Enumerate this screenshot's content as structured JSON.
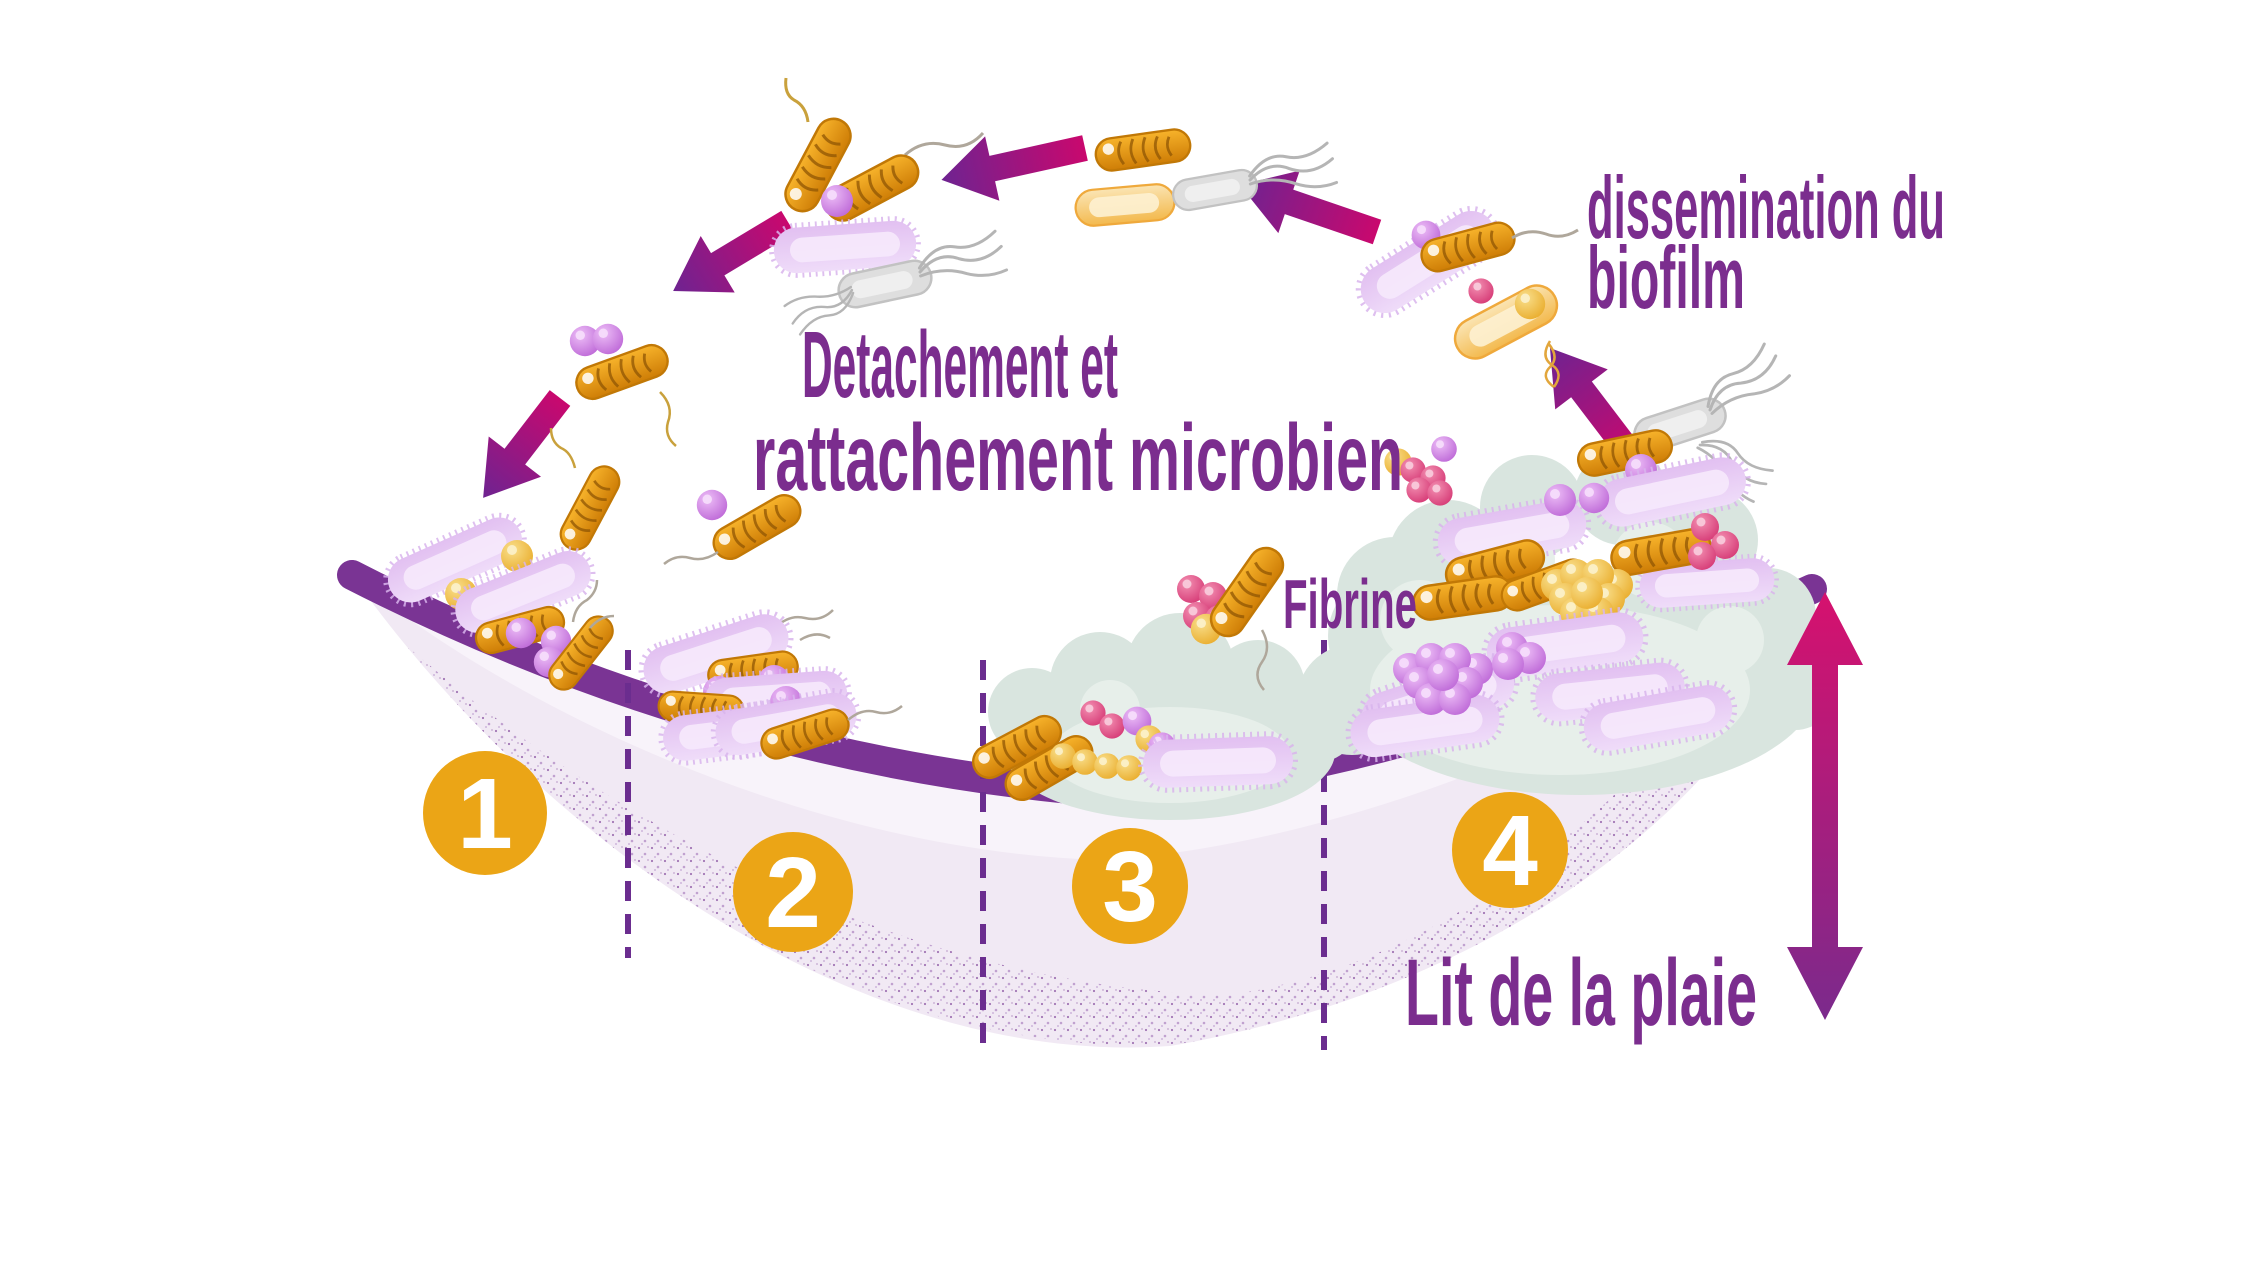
{
  "title": {
    "line1": "dissemination du",
    "line2": "biofilm"
  },
  "center_label": {
    "line1": "Detachement et",
    "line2": "rattachement microbien"
  },
  "fibrine_label": "Fibrine",
  "wound_bed_label": "Lit de la plaie",
  "stages": [
    {
      "number": "1"
    },
    {
      "number": "2"
    },
    {
      "number": "3"
    },
    {
      "number": "4"
    }
  ],
  "colors": {
    "heading_purple": "#7B2D8E",
    "stage_badge_orange": "#EBA516",
    "stage_badge_number": "#FFFFFF",
    "wound_border_purple": "#7A3494",
    "wound_fill": "#F1E9F4",
    "speckle_purple": "#8E5BA6",
    "dashed_line_purple": "#6B2D8F",
    "arrow_magenta": "#C00F6E",
    "arrow_purple": "#6E2391",
    "fibrin_cloud_green": "#D9E5DF",
    "bacteria_gold": "#E8940C",
    "bacteria_lavender": "#E9D0F6",
    "bacteria_purple": "#C671DC",
    "bacteria_magenta": "#E54E86",
    "bacteria_gray": "#DEDEDE"
  }
}
